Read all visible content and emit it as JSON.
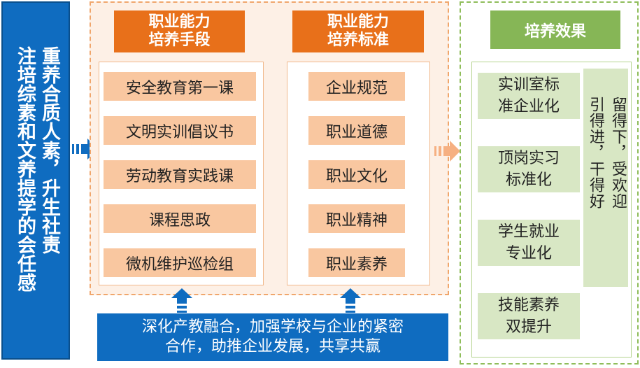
{
  "left_panel": {
    "col1": "重养合质人素，升生社责",
    "col2": "注培综素和文养提学的会任感"
  },
  "column_means": {
    "title_line1": "职业能力",
    "title_line2": "培养手段",
    "items": [
      "安全教育第一课",
      "文明实训倡议书",
      "劳动教育实践课",
      "课程思政",
      "微机维护巡检组"
    ]
  },
  "column_standards": {
    "title_line1": "职业能力",
    "title_line2": "培养标准",
    "items": [
      "企业规范",
      "职业道德",
      "职业文化",
      "职业精神",
      "职业素养"
    ]
  },
  "effects": {
    "title": "培养效果",
    "items": [
      {
        "line1": "实训室标",
        "line2": "准企业化"
      },
      {
        "line1": "顶岗实习",
        "line2": "标准化"
      },
      {
        "line1": "学生就业",
        "line2": "专业化"
      },
      {
        "line1": "技能素养",
        "line2": "双提升"
      }
    ],
    "vertical_col1": "留得下，受欢迎",
    "vertical_col2": "引得进，干得好"
  },
  "bottom_bar": {
    "line1": "深化产教融合，加强学校与企业的紧密",
    "line2": "合作，助推企业发展，共享共赢"
  },
  "colors": {
    "blue": "#0f6cc0",
    "orange": "#e8701a",
    "peach": "#f9c7a0",
    "green": "#86b656",
    "light_green": "#d8e7c4"
  }
}
